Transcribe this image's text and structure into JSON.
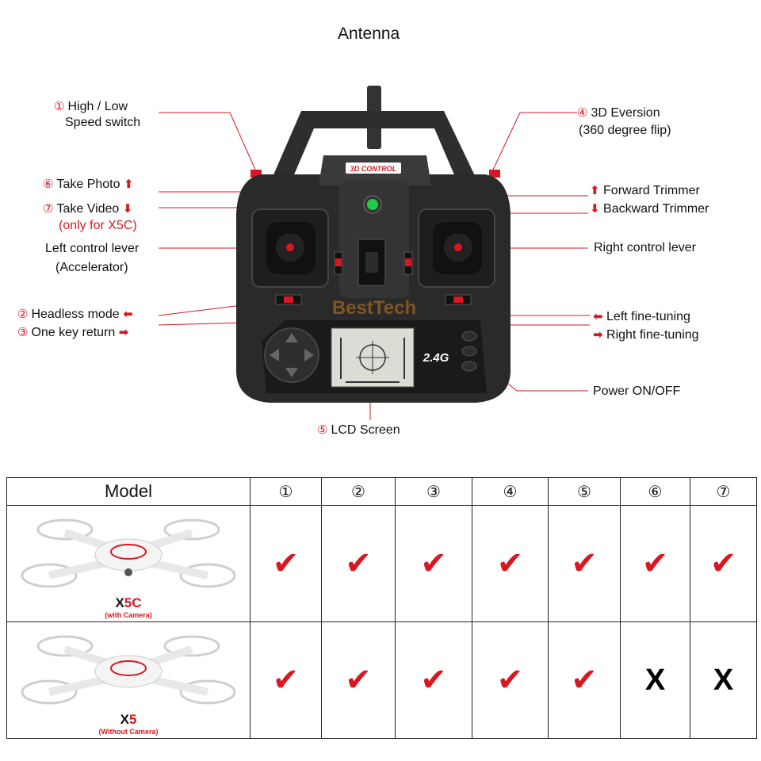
{
  "labels": {
    "antenna": "Antenna",
    "speed_switch": {
      "num": "①",
      "line1": "High / Low",
      "line2": "Speed switch"
    },
    "eversion": {
      "num": "④",
      "line1": "3D Eversion",
      "line2": "(360 degree flip)"
    },
    "take_photo": {
      "num": "⑥",
      "text": "Take Photo"
    },
    "take_video": {
      "num": "⑦",
      "text": "Take Video",
      "note": "(only for X5C)"
    },
    "forward_trimmer": "Forward Trimmer",
    "backward_trimmer": "Backward Trimmer",
    "left_lever": {
      "line1": "Left control lever",
      "line2": "(Accelerator)"
    },
    "right_lever": "Right control lever",
    "headless": {
      "num": "②",
      "text": "Headless mode"
    },
    "one_key": {
      "num": "③",
      "text": "One key return"
    },
    "left_fine": "Left fine-tuning",
    "right_fine": "Right fine-tuning",
    "power": "Power ON/OFF",
    "lcd": {
      "num": "⑤",
      "text": "LCD Screen"
    }
  },
  "device": {
    "badge": "3D CONTROL",
    "freq": "2.4G",
    "watermark": "BestTech"
  },
  "arrows": {
    "up": "⬆",
    "down": "⬇",
    "left": "⬅",
    "right": "➡"
  },
  "colors": {
    "accent": "#d81820",
    "body": "#2a2a2a"
  },
  "table": {
    "header": [
      "Model",
      "①",
      "②",
      "③",
      "④",
      "⑤",
      "⑥",
      "⑦"
    ],
    "rows": [
      {
        "name_prefix": "X",
        "name_suffix": "5C",
        "sub": "(with Camera)",
        "marks": [
          "✔",
          "✔",
          "✔",
          "✔",
          "✔",
          "✔",
          "✔"
        ]
      },
      {
        "name_prefix": "X",
        "name_suffix": "5",
        "sub": "(Without Camera)",
        "marks": [
          "✔",
          "✔",
          "✔",
          "✔",
          "✔",
          "X",
          "X"
        ]
      }
    ]
  }
}
